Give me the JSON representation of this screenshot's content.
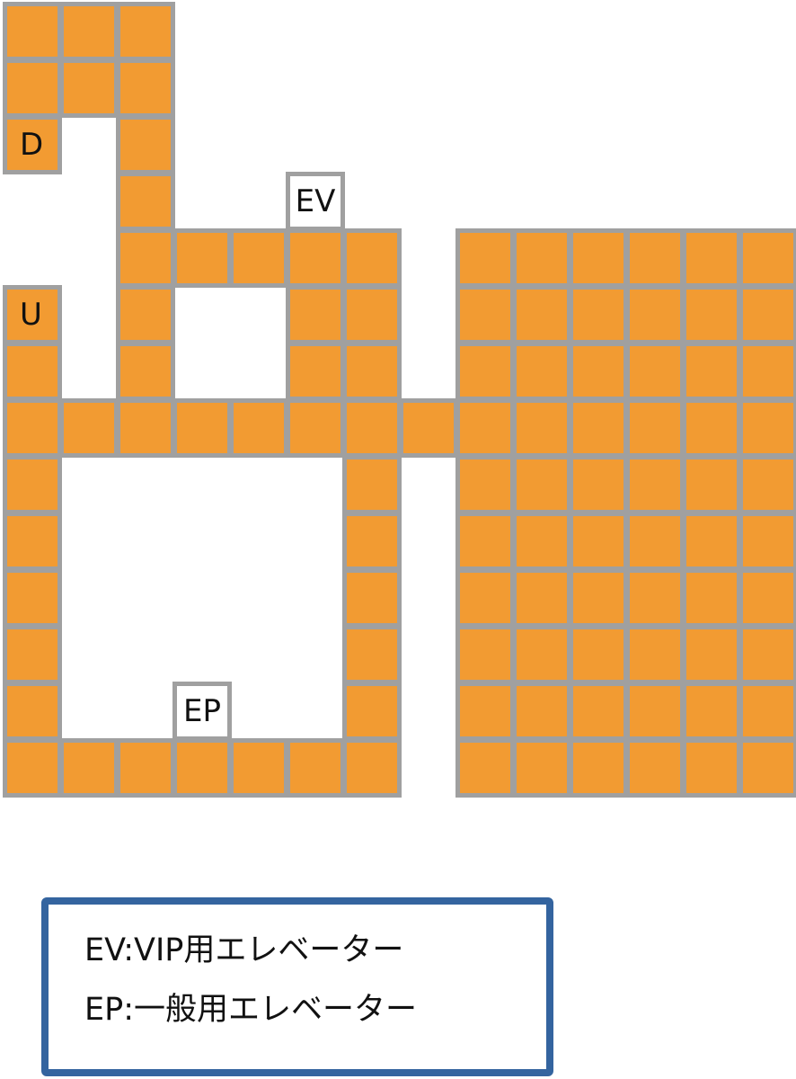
{
  "map": {
    "floor_color": "#f29b32",
    "grid_line_color": "#a0a0a0",
    "labels": {
      "D": "D",
      "U": "U",
      "EV": "EV",
      "EP": "EP"
    }
  },
  "legend": {
    "border_color": "#34649f",
    "lines": [
      "EV:VIP用エレベーター",
      "EP:一般用エレベーター"
    ]
  }
}
